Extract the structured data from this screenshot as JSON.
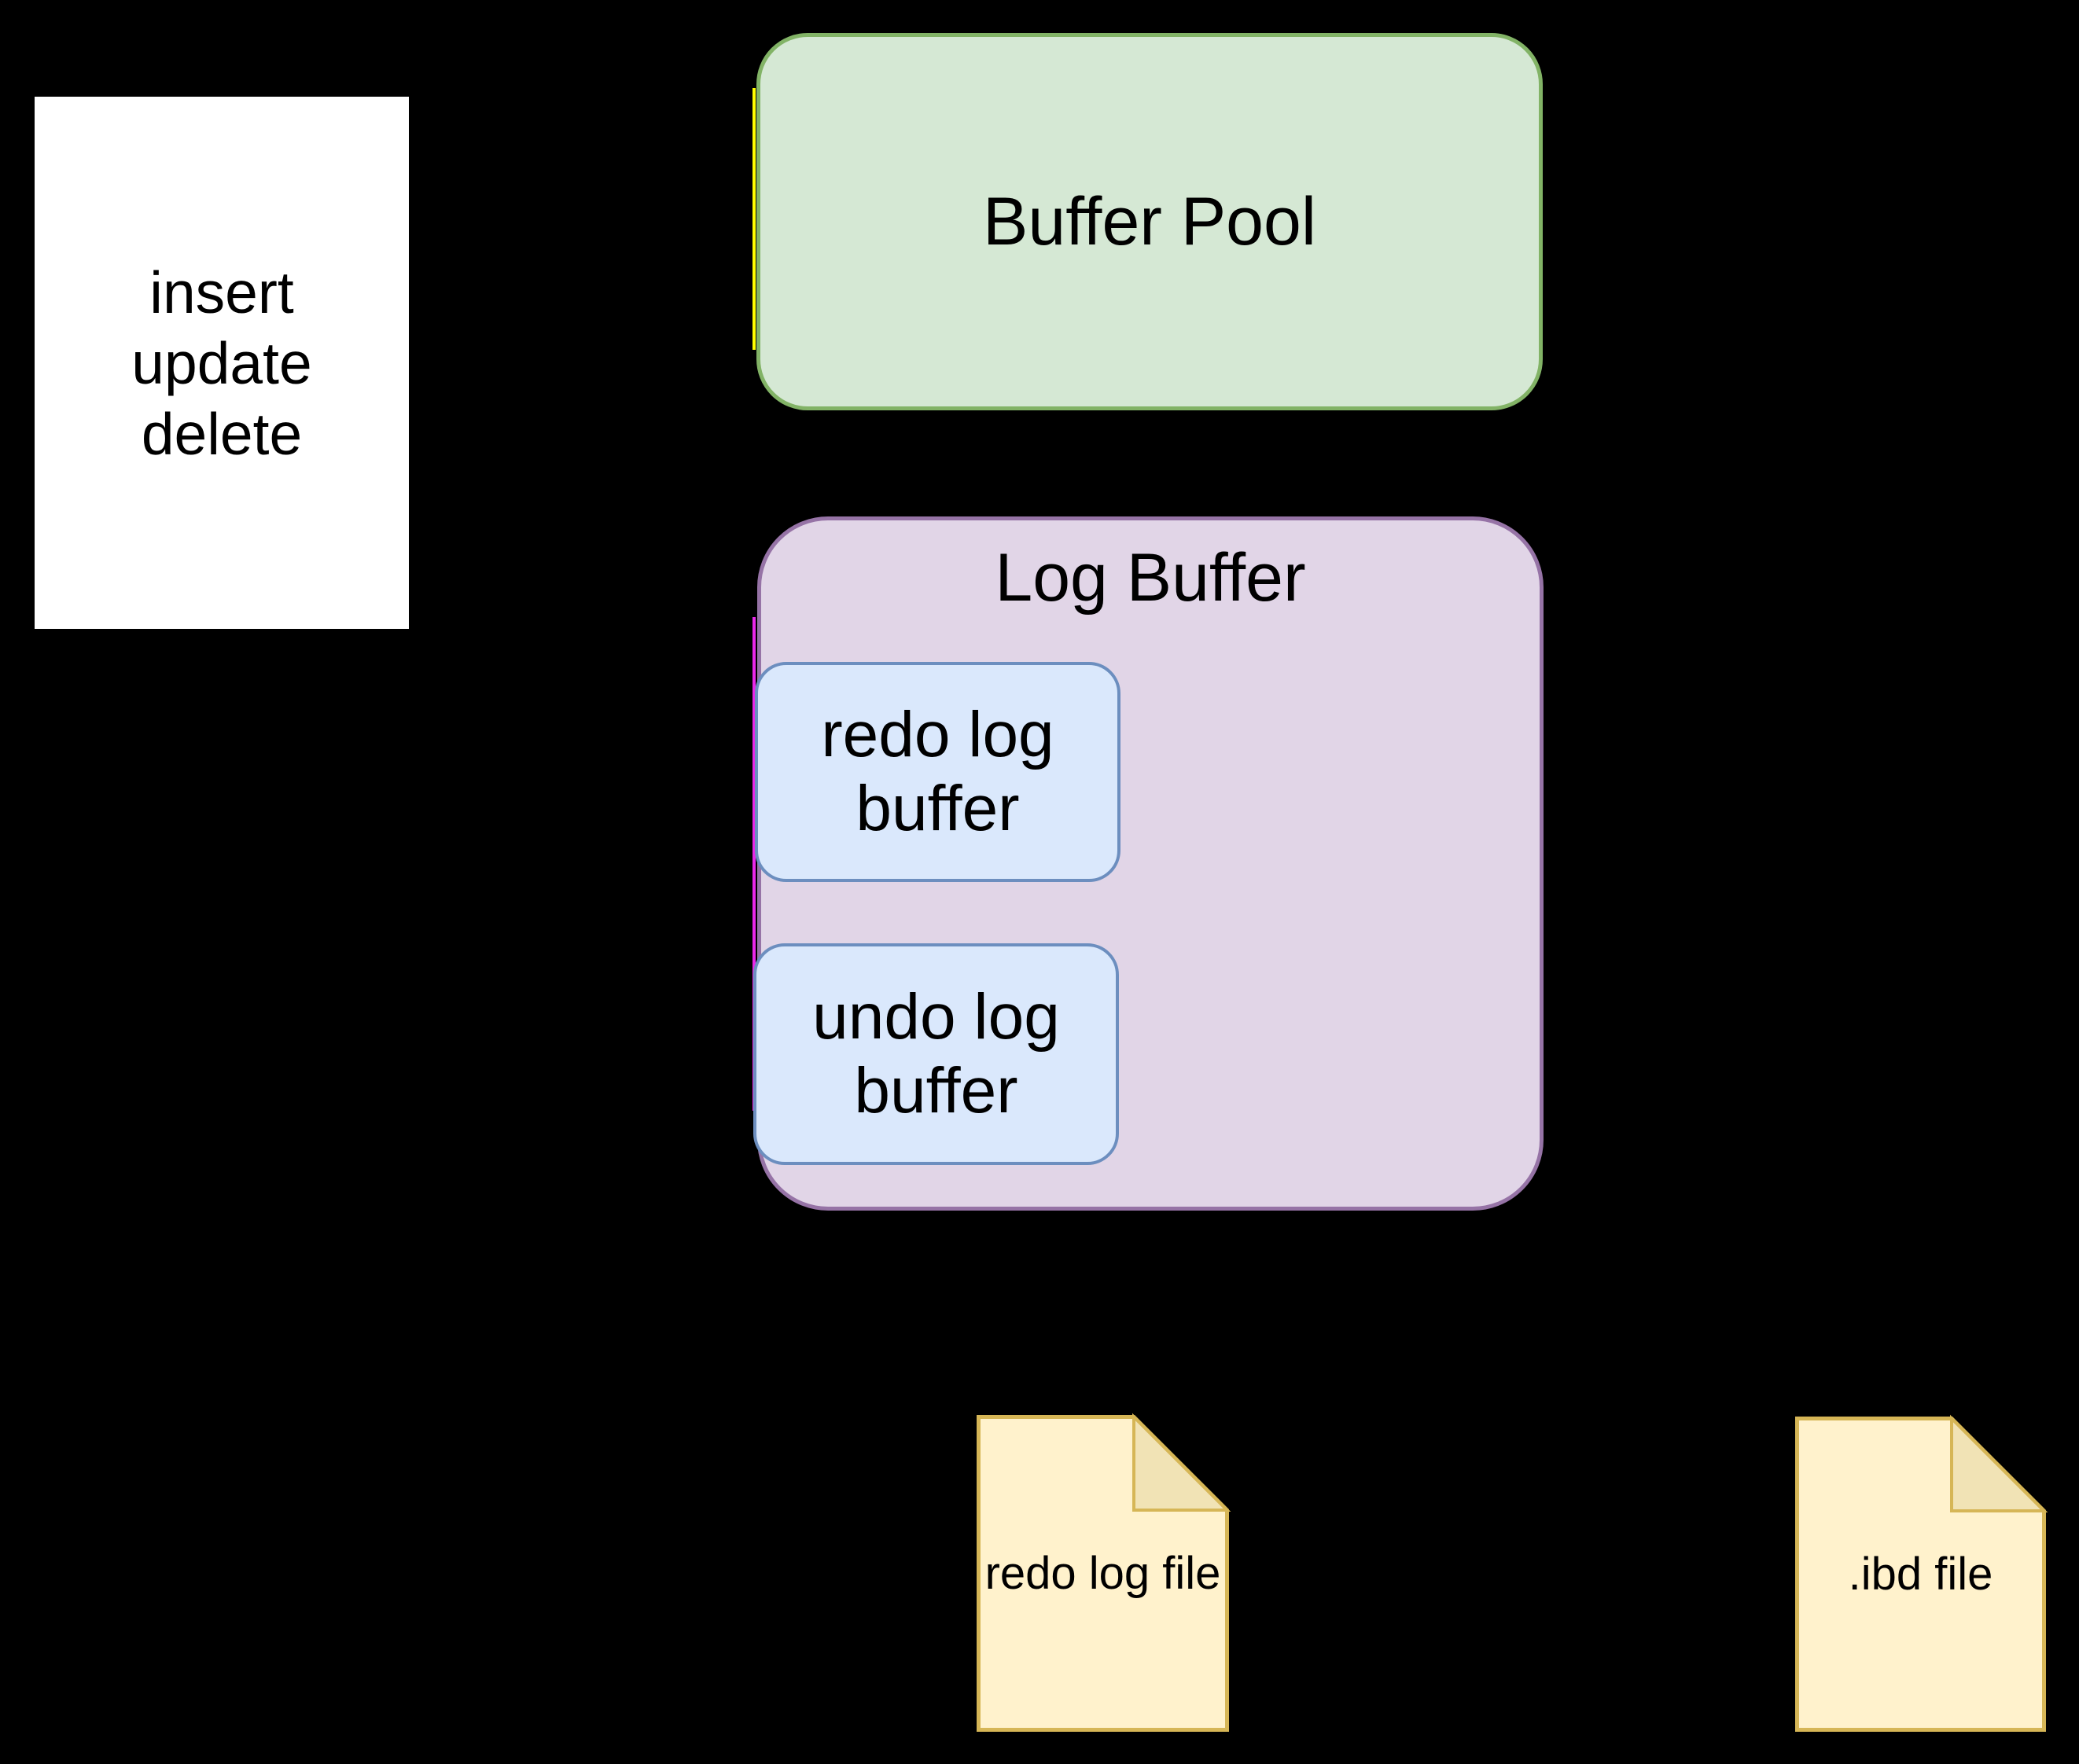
{
  "diagram": {
    "background": "#000000",
    "nodes": {
      "operations": {
        "lines": [
          "insert",
          "update",
          "delete"
        ],
        "fill": "#ffffff"
      },
      "buffer_pool": {
        "label": "Buffer Pool",
        "fill": "#d5e8d4",
        "stroke": "#82b366"
      },
      "log_buffer": {
        "label": "Log Buffer",
        "fill": "#e1d5e7",
        "stroke": "#9673a6"
      },
      "redo_log_buffer": {
        "label": "redo log buffer",
        "fill": "#dae8fc",
        "stroke": "#6c8ebf"
      },
      "undo_log_buffer": {
        "label": "undo log buffer",
        "fill": "#dae8fc",
        "stroke": "#6c8ebf"
      },
      "redo_log_file": {
        "label": "redo log file",
        "fill": "#fff2cc",
        "stroke": "#d6b656",
        "fold_fill": "#f1e3b5"
      },
      "ibd_file": {
        "label": ".ibd file",
        "fill": "#fff2cc",
        "stroke": "#d6b656",
        "fold_fill": "#f1e3b5"
      }
    },
    "artifacts": {
      "yellow_edge_line": "#ffff00",
      "magenta_edge_line": "#e928e9"
    }
  }
}
